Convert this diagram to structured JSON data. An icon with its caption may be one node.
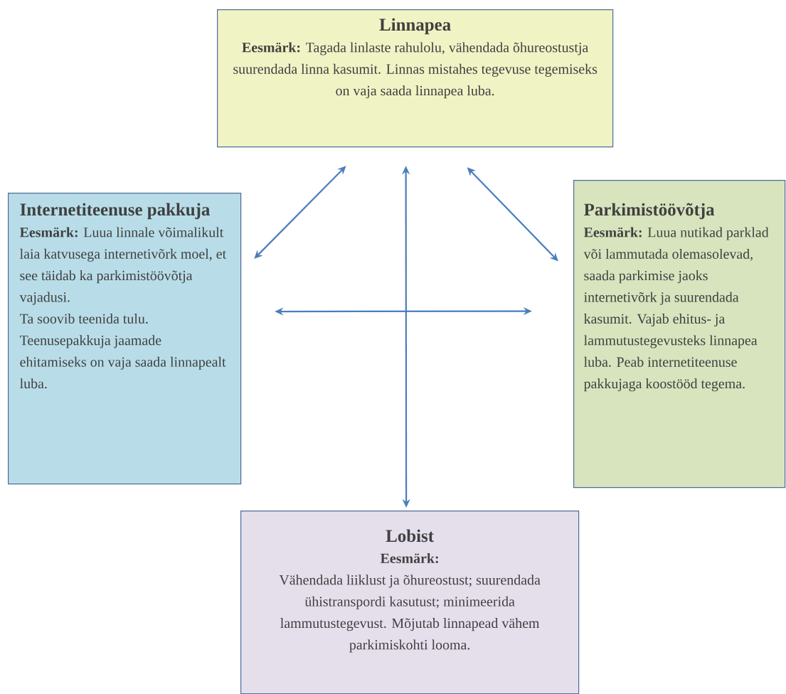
{
  "diagram": {
    "nodes": [
      {
        "text": [
          "Linnapea",
          "**Eesmärk:** Tagada linlaste rahulolu, vähendada õhureostustja suurendada linna kasumit. Linnas mistahes tegevuse tegemiseks on vaja saada linnapea luba."
        ]
      },
      {
        "text": [
          "Internetiteenuse pakkuja",
          "**Eesmärk:** Luua linnale võimalikult laia katvusega internetivõrk moel, et see täidab ka parkimistöövõtja vajadusi.",
          "Ta soovib teenida tulu. Teenusepakkuja jaamade ehitamiseks on vaja saada linnapealt luba."
        ]
      },
      {
        "text": [
          "Parkimistöövõtja",
          "**Eesmärk:** Luua nutikad parklad või lammutada olemasolevad, saada parkimise jaoks internetivõrk ja suurendada kasumit. Vajab ehitus- ja lammutustegevusteks linnapea luba. Peab internetiteenuse pakkujaga koostööd tegema."
        ]
      },
      {
        "text": [
          "Lobist",
          "Eesmärk:",
          "Vähendada liiklust ja õhureostust; suurendada ühistranspordi kasutust; minimeerida lammutustegevust. Mõjutab linnapead vähem parkimiskohti looma."
        ]
      }
    ],
    "edges": [
      {
        "from": 0,
        "to": 1,
        "arrow": "both"
      },
      {
        "from": 0,
        "to": 2,
        "arrow": "both"
      },
      {
        "from": 0,
        "to": 3,
        "arrow": "both"
      },
      {
        "from": 1,
        "to": 2,
        "arrow": "both"
      }
    ]
  }
}
